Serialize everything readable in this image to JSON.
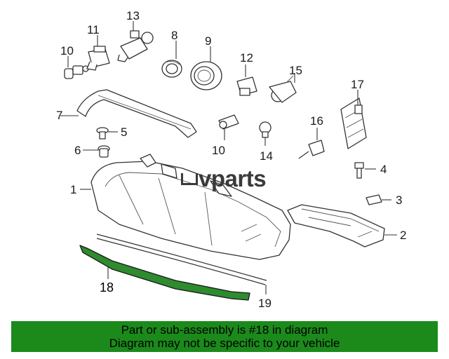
{
  "callouts": {
    "c1": "1",
    "c2": "2",
    "c3": "3",
    "c4": "4",
    "c5": "5",
    "c6": "6",
    "c7": "7",
    "c8": "8",
    "c9": "9",
    "c10a": "10",
    "c10b": "10",
    "c11": "11",
    "c12": "12",
    "c13": "13",
    "c14": "14",
    "c15": "15",
    "c16": "16",
    "c17": "17",
    "c18": "18",
    "c19": "19"
  },
  "watermark": "vparts",
  "highlight_color": "#2e8b2e",
  "banner": {
    "line1": "Part or sub-assembly is #18 in diagram",
    "line2": "Diagram may not be specific to your vehicle",
    "color": "#1b8a1b"
  }
}
